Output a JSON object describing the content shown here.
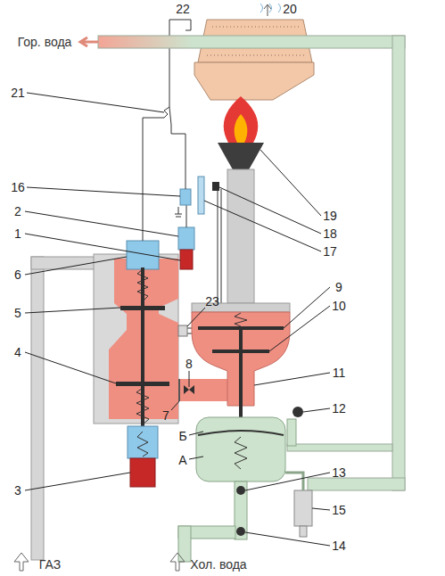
{
  "diagram": {
    "labels": [
      "Гор. вода",
      "22",
      "20",
      "21",
      "16",
      "2",
      "1",
      "6",
      "5",
      "23",
      "4",
      "3",
      "19",
      "18",
      "17",
      "9",
      "10",
      "8",
      "7",
      "11",
      "12",
      "Б",
      "А",
      "13",
      "14",
      "15",
      "ГАЗ",
      "Хол. вода"
    ]
  }
}
